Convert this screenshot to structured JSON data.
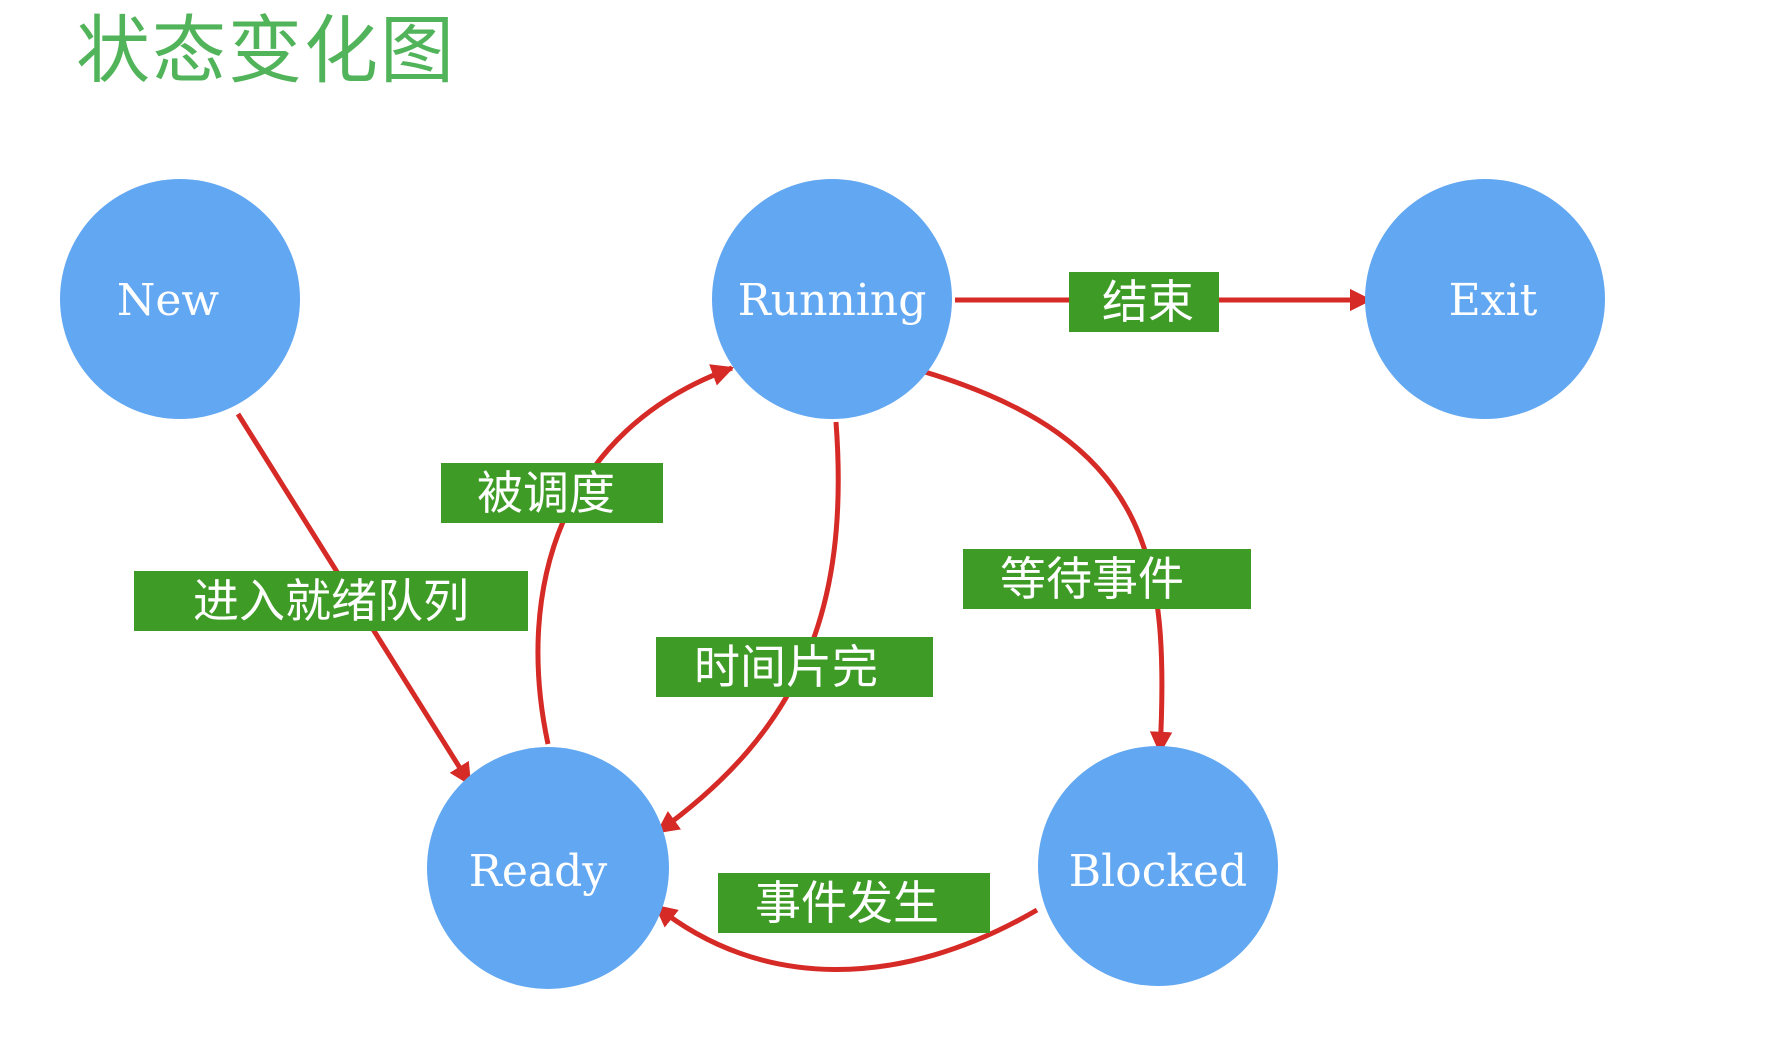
{
  "title": "状态变化图",
  "colors": {
    "title": "#52b45a",
    "node_fill": "#62a7f2",
    "node_text": "#ffffff",
    "edge": "#d62a26",
    "label_fill": "#3e9b26",
    "label_text": "#ffffff"
  },
  "nodes": {
    "new": "New",
    "running": "Running",
    "exit": "Exit",
    "ready": "Ready",
    "blocked": "Blocked"
  },
  "edges": {
    "new_to_ready": "进入就绪队列",
    "ready_to_running": "被调度",
    "running_to_ready": "时间片完",
    "running_to_exit": "结束",
    "running_to_blocked": "等待事件",
    "blocked_to_ready": "事件发生"
  }
}
